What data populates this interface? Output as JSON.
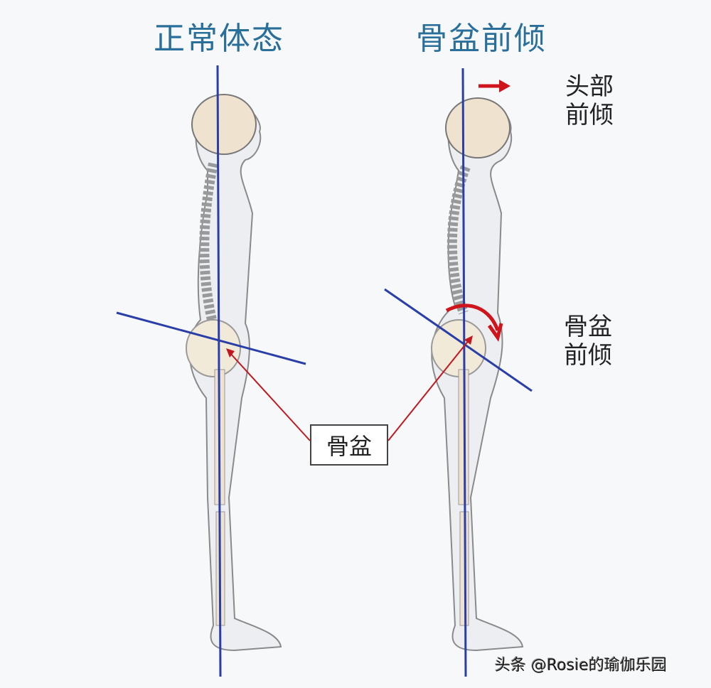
{
  "titles": {
    "normal": "正常体态",
    "tilt": "骨盆前倾"
  },
  "annotations": {
    "head_forward": [
      "头部",
      "前倾"
    ],
    "pelvis_forward": [
      "骨盆",
      "前倾"
    ],
    "pelvis_callout": "骨盆"
  },
  "watermark": "头条 @Rosie的瑜伽乐园",
  "colors": {
    "title": "#2a6f9a",
    "plumb_line": "#2a3ea8",
    "arrow": "#d0141c",
    "bone": "#efe3cf",
    "body": "#eceef2"
  }
}
